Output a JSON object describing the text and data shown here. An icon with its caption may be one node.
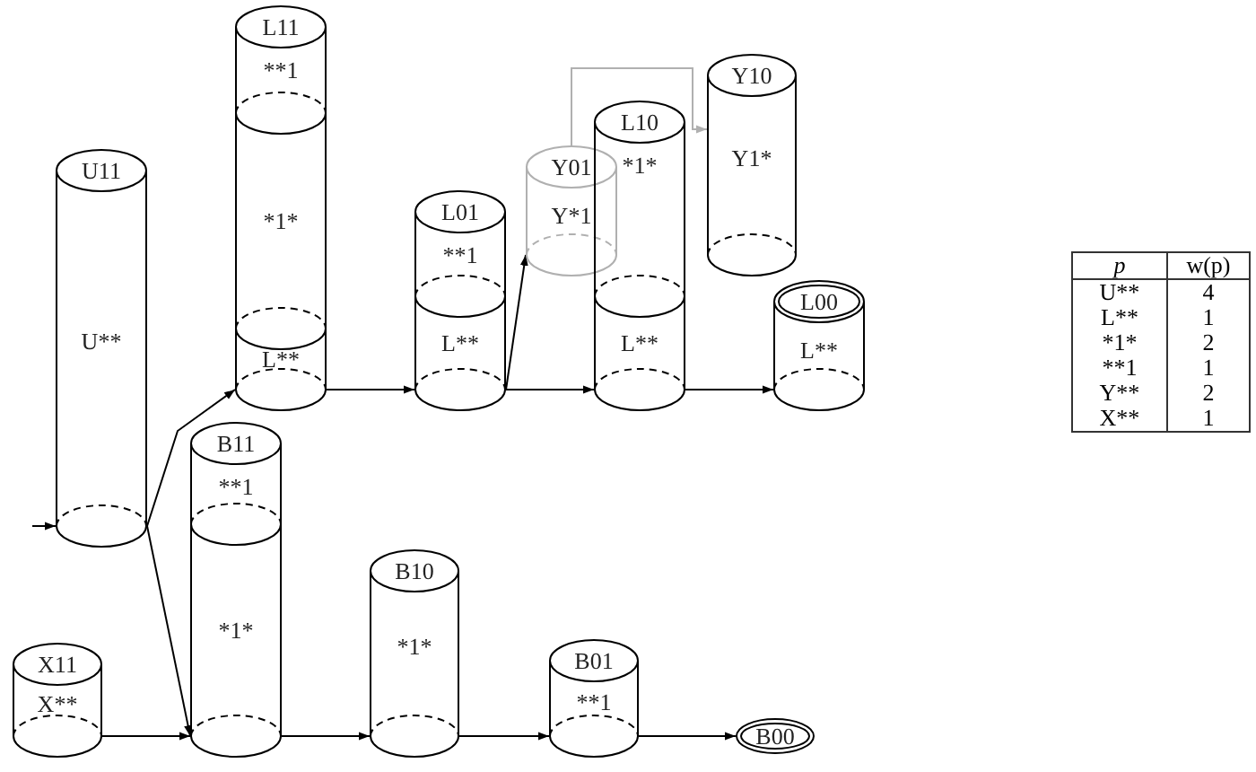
{
  "diagram": {
    "nodes": [
      {
        "text": [
          "U11",
          "U**"
        ]
      },
      {
        "text": [
          "L11",
          "**1",
          "*1*",
          "L**"
        ]
      },
      {
        "text": [
          "L01",
          "**1",
          "L**"
        ]
      },
      {
        "text": [
          "Y01",
          "Y*1"
        ]
      },
      {
        "text": [
          "L10",
          "*1*",
          "L**"
        ]
      },
      {
        "text": [
          "Y10",
          "Y1*"
        ]
      },
      {
        "text": [
          "L00",
          "L**"
        ]
      },
      {
        "text": [
          "X11",
          "X**"
        ]
      },
      {
        "text": [
          "B11",
          "**1",
          "*1*"
        ]
      },
      {
        "text": [
          "B10",
          "*1*"
        ]
      },
      {
        "text": [
          "B01",
          "**1"
        ]
      },
      {
        "text": [
          "B00"
        ]
      }
    ],
    "edges": [
      {
        "from": null,
        "to": 0,
        "arrow": "to"
      },
      {
        "from": 0,
        "to": 1,
        "arrow": "to"
      },
      {
        "from": 0,
        "to": 8,
        "arrow": "to"
      },
      {
        "from": 7,
        "to": 8,
        "arrow": "to"
      },
      {
        "from": 1,
        "to": 2,
        "arrow": "to"
      },
      {
        "from": 2,
        "to": 3,
        "arrow": "to"
      },
      {
        "from": 2,
        "to": 4,
        "arrow": "to"
      },
      {
        "from": 3,
        "to": 5,
        "arrow": "to",
        "color": "#b0b0b0"
      },
      {
        "from": 4,
        "to": 6,
        "arrow": "to"
      },
      {
        "from": 8,
        "to": 9,
        "arrow": "to"
      },
      {
        "from": 9,
        "to": 10,
        "arrow": "to"
      },
      {
        "from": 10,
        "to": 11,
        "arrow": "to"
      }
    ],
    "labels": [
      "p",
      "w(p)",
      "U**",
      "4",
      "L**",
      "1",
      "*1*",
      "2",
      "**1",
      "1",
      "Y**",
      "2",
      "X**",
      "1"
    ]
  }
}
